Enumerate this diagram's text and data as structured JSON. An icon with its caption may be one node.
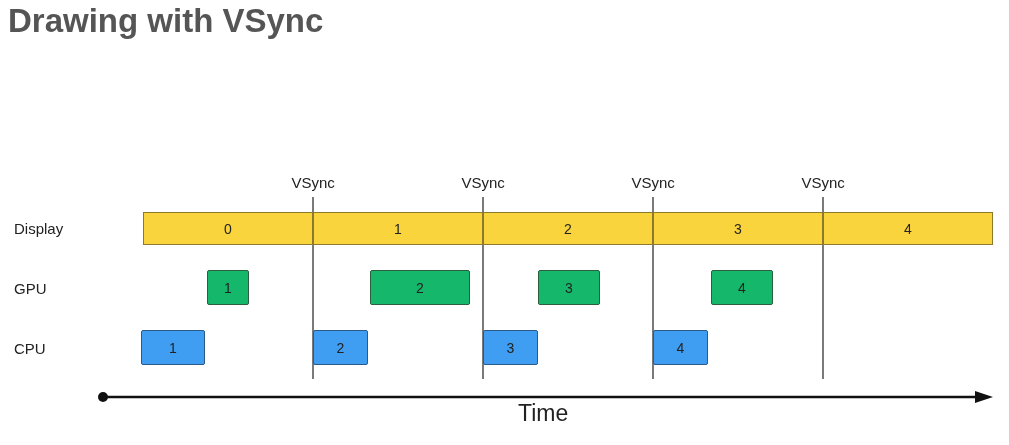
{
  "diagram": {
    "title": "Drawing with VSync",
    "nodes": [
      {
        "text": [
          "0"
        ]
      },
      {
        "text": [
          "1"
        ]
      },
      {
        "text": [
          "2"
        ]
      },
      {
        "text": [
          "3"
        ]
      },
      {
        "text": [
          "4"
        ]
      },
      {
        "text": [
          "1"
        ]
      },
      {
        "text": [
          "2"
        ]
      },
      {
        "text": [
          "3"
        ]
      },
      {
        "text": [
          "4"
        ]
      },
      {
        "text": [
          "1"
        ]
      },
      {
        "text": [
          "2"
        ]
      },
      {
        "text": [
          "3"
        ]
      },
      {
        "text": [
          "4"
        ]
      }
    ],
    "labels": [
      "VSync",
      "VSync",
      "VSync",
      "VSync",
      "Display",
      "GPU",
      "CPU",
      "Time"
    ]
  }
}
